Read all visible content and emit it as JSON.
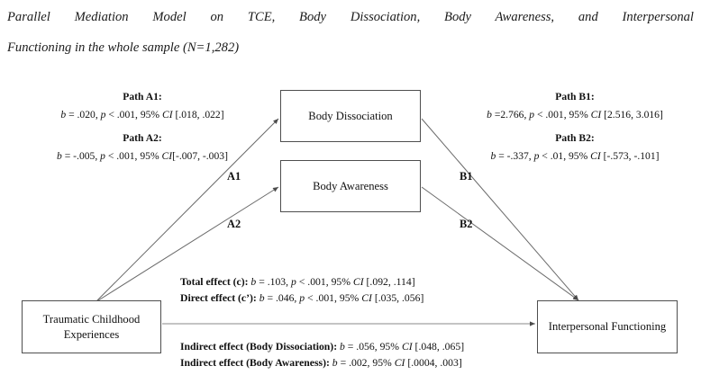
{
  "figure": {
    "title_line1": "Parallel Mediation Model on TCE, Body Dissociation, Body Awareness, and Interpersonal",
    "title_line2": "Functioning in the whole sample (N=1,282)"
  },
  "nodes": {
    "body_dissociation": "Body Dissociation",
    "body_awareness": "Body Awareness",
    "tce": "Traumatic Childhood Experiences",
    "interpersonal": "Interpersonal Functioning"
  },
  "paths": {
    "a1": {
      "heading": "Path A1:",
      "stats": "b = .020, p < .001, 95% CI [.018, .022]",
      "label": "A1",
      "b": 0.02,
      "p": "< .001",
      "ci": [
        0.018,
        0.022
      ]
    },
    "a2": {
      "heading": "Path A2:",
      "stats": "b = -.005, p < .001, 95% CI[-.007, -.003]",
      "label": "A2",
      "b": -0.005,
      "p": "< .001",
      "ci": [
        -0.007,
        -0.003
      ]
    },
    "b1": {
      "heading": "Path B1:",
      "stats": "b =2.766, p < .001, 95% CI [2.516, 3.016]",
      "label": "B1",
      "b": 2.766,
      "p": "< .001",
      "ci": [
        2.516,
        3.016
      ]
    },
    "b2": {
      "heading": "Path B2:",
      "stats": "b = -.337, p < .01, 95% CI [-.573, -.101]",
      "label": "B2",
      "b": -0.337,
      "p": "< .01",
      "ci": [
        -0.573,
        -0.101
      ]
    }
  },
  "effects": {
    "total": {
      "label": "Total effect (c):",
      "stats": "b = .103, p < .001, 95% CI [.092, .114]",
      "b": 0.103,
      "p": "< .001",
      "ci": [
        0.092,
        0.114
      ]
    },
    "direct": {
      "label": "Direct effect (c’):",
      "stats": "b = .046, p < .001, 95% CI [.035, .056]",
      "b": 0.046,
      "p": "< .001",
      "ci": [
        0.035,
        0.056
      ]
    },
    "indirect_dissociation": {
      "label": "Indirect effect (Body Dissociation):",
      "stats": "b = .056, 95% CI [.048, .065]",
      "b": 0.056,
      "ci": [
        0.048,
        0.065
      ]
    },
    "indirect_awareness": {
      "label": "Indirect effect (Body Awareness):",
      "stats": "b = .002, 95% CI [.0004, .003]",
      "b": 0.002,
      "ci": [
        0.0004,
        0.003
      ]
    }
  },
  "colors": {
    "box_border": "#4e4e4e",
    "edge": "#666666",
    "text": "#111111",
    "background": "#ffffff"
  }
}
